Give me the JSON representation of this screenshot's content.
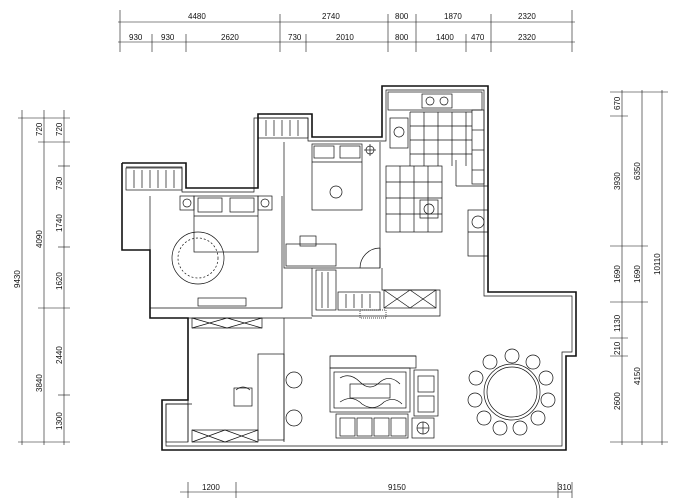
{
  "top_dimensions": {
    "row1": [
      "4480",
      "2740",
      "800",
      "1870",
      "2320"
    ],
    "row2": [
      "930",
      "930",
      "2620",
      "730",
      "2010",
      "800",
      "1400",
      "470",
      "2320"
    ]
  },
  "left_dimensions": {
    "inner": [
      "720",
      "730",
      "1740",
      "1620",
      "2440",
      "1300"
    ],
    "middle": [
      "720",
      "4090",
      "3840"
    ],
    "outer": [
      "9430"
    ]
  },
  "right_dimensions": {
    "inner": [
      "670",
      "3930",
      "1690",
      "1130",
      "210",
      "2600"
    ],
    "middle": [
      "6350",
      "1690",
      "4150"
    ],
    "outer": [
      "10110"
    ]
  },
  "bottom_dimensions": [
    "1200",
    "9150",
    "310"
  ],
  "colors": {
    "line": "#111111",
    "background": "#ffffff"
  }
}
